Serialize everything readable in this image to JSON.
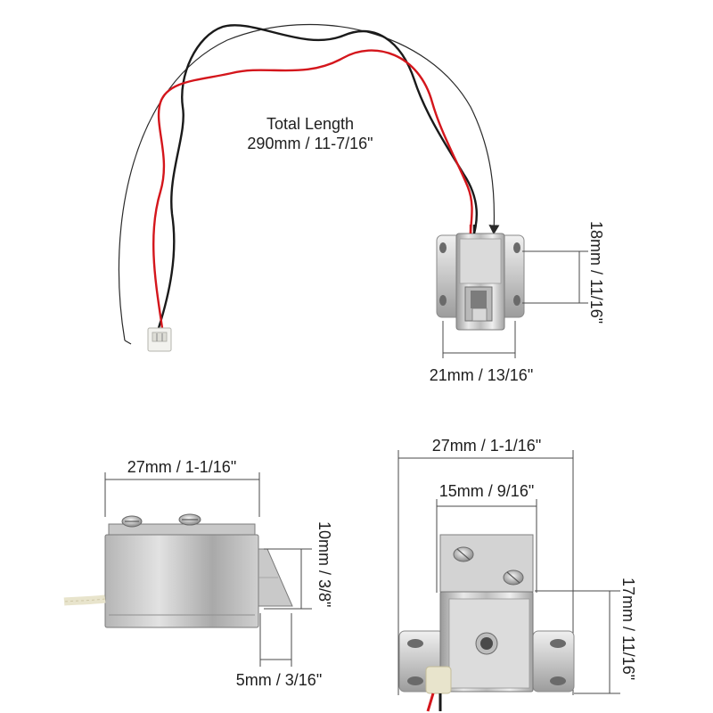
{
  "dimensions": {
    "total_length_title": "Total Length",
    "total_length_value": "290mm / 11-7/16\"",
    "top_height": "18mm / 11/16\"",
    "top_width": "21mm / 13/16\"",
    "side_length": "27mm / 1-1/16\"",
    "side_latch_height": "10mm / 3/8\"",
    "side_latch_depth": "5mm / 3/16\"",
    "front_width": "27mm / 1-1/16\"",
    "front_body_width": "15mm / 9/16\"",
    "front_height": "17mm / 11/16\""
  },
  "colors": {
    "dimension_line": "#4a4a4a",
    "steel_light": "#e4e4e4",
    "steel_dark": "#8f8f8f",
    "wire_red": "#d4161c",
    "wire_black": "#1a1a1a",
    "connector": "#f2f2ee",
    "sleeve": "#e8e4cc"
  }
}
